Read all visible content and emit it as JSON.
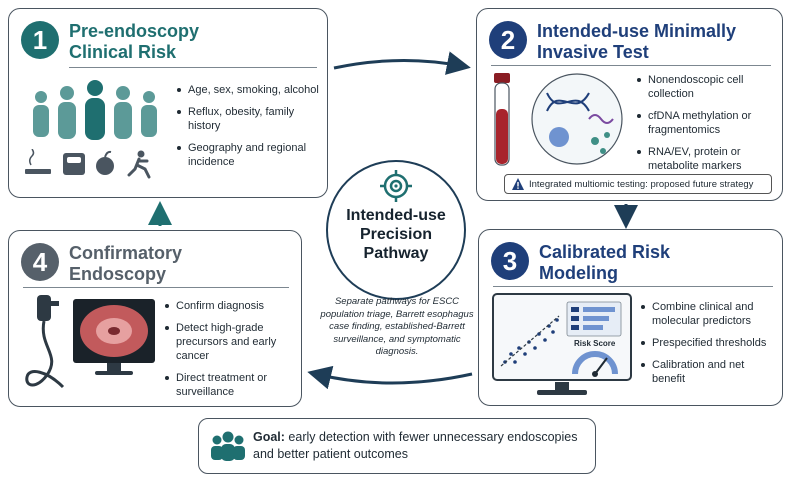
{
  "center": {
    "title_lines": [
      "Intended-use",
      "Precision",
      "Pathway"
    ],
    "note": "Separate pathways for ESCC population triage, Barrett esophagus case finding, established-Barrett surveillance, and symptomatic diagnosis."
  },
  "panels": {
    "p1": {
      "number": "1",
      "title_lines": [
        "Pre-endoscopy",
        "Clinical Risk"
      ],
      "bullets": [
        "Age, sex, smoking, alcohol",
        "Reflux, obesity, family history",
        "Geography and regional incidence"
      ]
    },
    "p2": {
      "number": "2",
      "title_lines": [
        "Intended-use Minimally",
        "Invasive Test"
      ],
      "bullets": [
        "Nonendoscopic cell collection",
        "cfDNA methylation or fragmentomics",
        "RNA/EV, protein or metabolite markers"
      ],
      "warning": "Integrated multiomic testing: proposed future strategy"
    },
    "p3": {
      "number": "3",
      "title_lines": [
        "Calibrated Risk",
        "Modeling"
      ],
      "bullets": [
        "Combine clinical and molecular predictors",
        "Prespecified thresholds",
        "Calibration and net benefit"
      ],
      "chart_label": "Risk Score"
    },
    "p4": {
      "number": "4",
      "title_lines": [
        "Confirmatory",
        "Endoscopy"
      ],
      "bullets": [
        "Confirm diagnosis",
        "Detect high-grade precursors and early cancer",
        "Direct treatment or surveillance"
      ]
    }
  },
  "goal": {
    "label": "Goal:",
    "text": " early detection with fewer unnecessary endoscopies and better patient outcomes"
  },
  "colors": {
    "teal": "#1f6f70",
    "navy": "#1f3f7a",
    "gray": "#56606a",
    "arrow": "#1e3d57",
    "tube_red": "#a8242c"
  }
}
